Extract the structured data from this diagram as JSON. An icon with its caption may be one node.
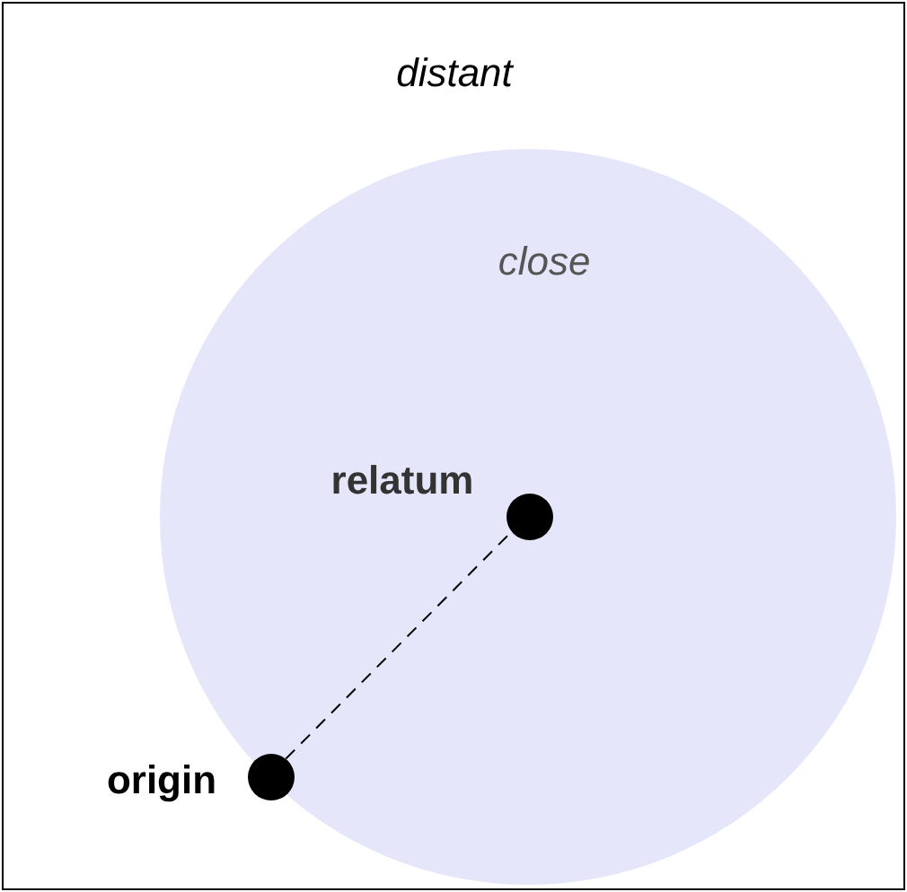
{
  "diagram": {
    "nodes": [
      {
        "text": [
          "distant"
        ]
      },
      {
        "text": [
          "close"
        ],
        "in": 0
      },
      {
        "text": [],
        "shape": "circle",
        "beside": [
          "relatum"
        ],
        "in": 1
      },
      {
        "text": [],
        "shape": "circle",
        "beside": [
          "origin"
        ],
        "in": 1
      }
    ],
    "edges": [
      {
        "from": 3,
        "to": 2,
        "arrow": "none",
        "style": "dashed"
      }
    ]
  }
}
